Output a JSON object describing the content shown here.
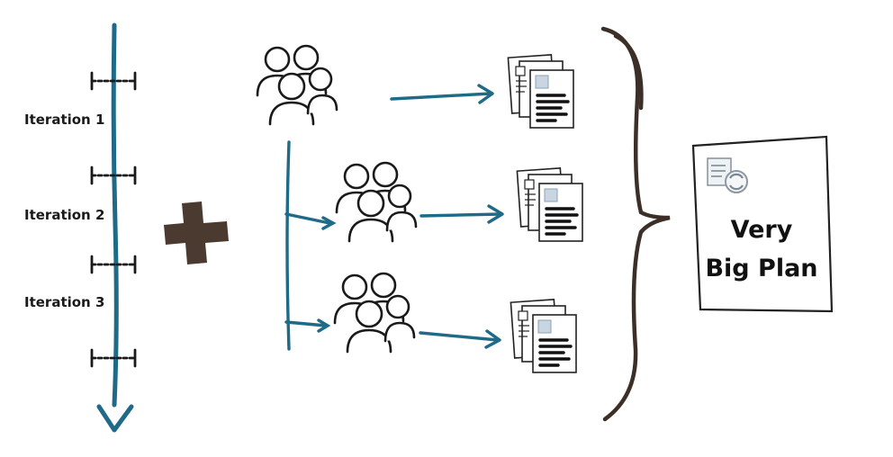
{
  "iterations": [
    {
      "label": "Iteration 1"
    },
    {
      "label": "Iteration 2"
    },
    {
      "label": "Iteration 3"
    }
  ],
  "plan": {
    "line1": "Very",
    "line2": "Big Plan"
  },
  "icons": {
    "operator": "plus-icon",
    "team": "team-people-icon",
    "document": "document-stack-icon",
    "plan_icon": "document-refresh-icon",
    "brace": "right-curly-brace"
  },
  "colors": {
    "arrow": "#1f6a87",
    "plus": "#4a3a30",
    "ink": "#1a1a1a",
    "brace": "#3b2f28"
  }
}
